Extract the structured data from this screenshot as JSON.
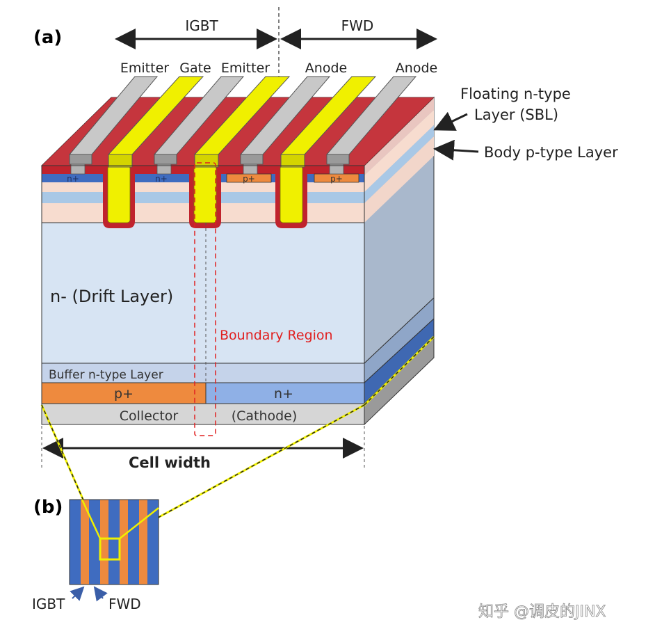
{
  "panels": {
    "a": "(a)",
    "b": "(b)"
  },
  "top_arrows": {
    "igbt": "IGBT",
    "fwd": "FWD"
  },
  "electrodes": {
    "emitter_1": "Emitter",
    "gate": "Gate",
    "emitter_2": "Emitter",
    "anode_1": "Anode",
    "anode_2": "Anode"
  },
  "side_labels": {
    "floating_line1": "Floating n-type",
    "floating_line2": "Layer (SBL)",
    "body": "Body p-type Layer"
  },
  "layers": {
    "n_plus_small": "n+",
    "p_plus_small": "p+",
    "drift": "n- (Drift Layer)",
    "boundary": "Boundary Region",
    "buffer": "Buffer n-type Layer",
    "p_plus": "p+",
    "n_plus": "n+",
    "collector": "Collector",
    "cathode": "(Cathode)"
  },
  "cell_width": "Cell width",
  "legend_b": {
    "igbt": "IGBT",
    "fwd": "FWD"
  },
  "watermark": "知乎 @调皮的JINX",
  "colors": {
    "metal_top": "#c8c8c8",
    "metal_side": "#8e8e8e",
    "gate_yellow": "#f0f000",
    "oxide_red": "#c0232d",
    "drift_front": "#d7e4f3",
    "drift_side": "#a9b8cc",
    "p_plus_orange": "#ee8a3e",
    "n_plus_blue": "#4a7bd1",
    "boundary_red": "#e02020"
  }
}
